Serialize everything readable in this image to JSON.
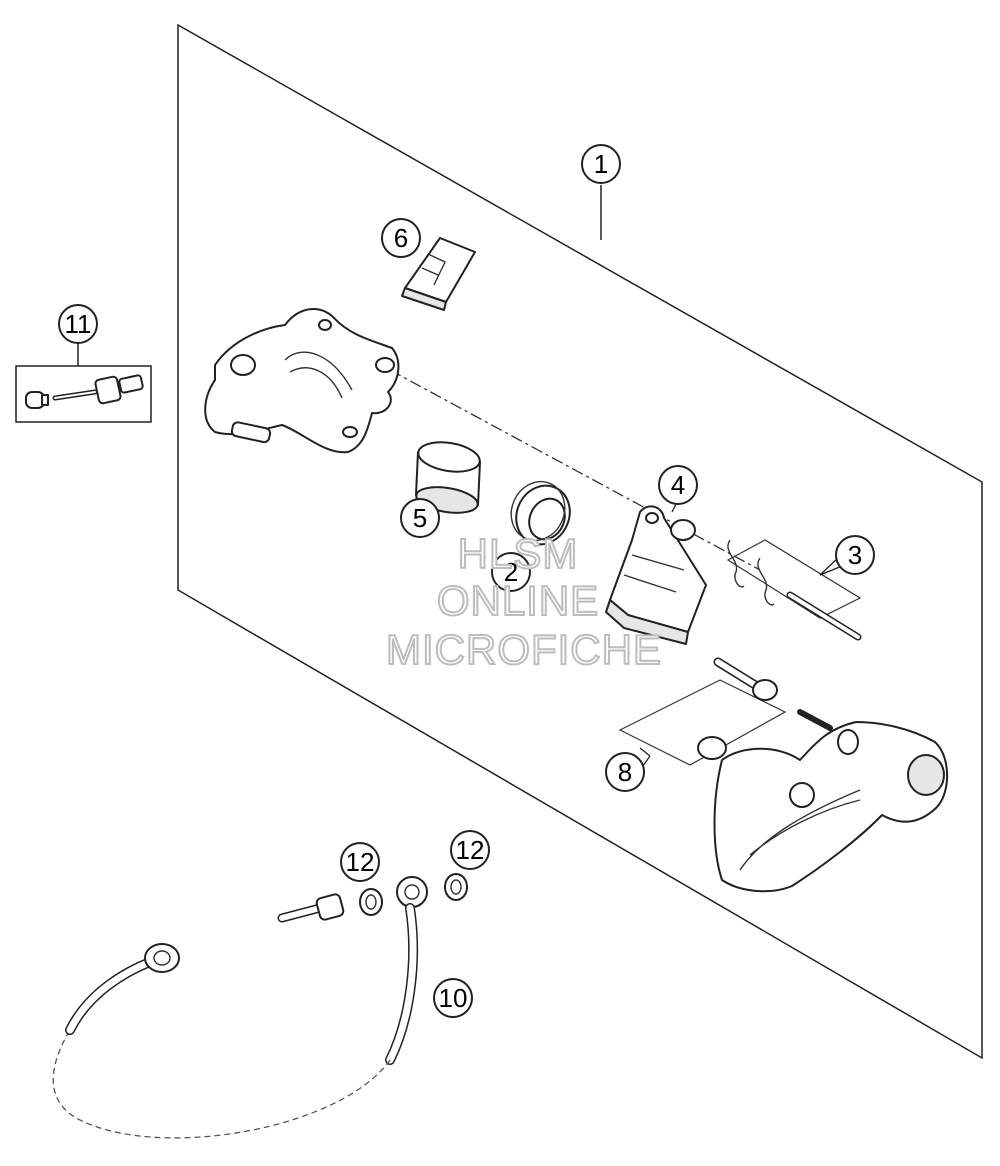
{
  "callouts": {
    "c1": "1",
    "c2": "2",
    "c3": "3",
    "c4": "4",
    "c5": "5",
    "c6": "6",
    "c8": "8",
    "c10": "10",
    "c11": "11",
    "c12a": "12",
    "c12b": "12"
  },
  "watermark": {
    "line1": "HLSM",
    "line2": "ONLINE",
    "line3": "MICROFICHE"
  },
  "colors": {
    "line": "#222222",
    "watermark": "#bdbdbd",
    "shade": "#e6e6e6"
  }
}
